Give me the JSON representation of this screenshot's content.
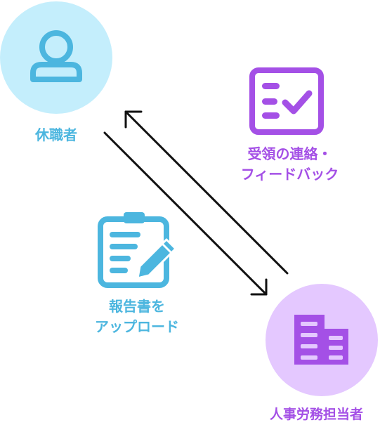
{
  "nodes": {
    "employee": {
      "label": "休職者",
      "icon": "person-icon"
    },
    "hr": {
      "label": "人事労務担当者",
      "icon": "building-icon"
    }
  },
  "flows": {
    "feedback": {
      "line1": "受領の連絡・",
      "line2": "フィードバック",
      "icon": "checklist-icon"
    },
    "upload": {
      "line1": "報告書を",
      "line2": "アップロード",
      "icon": "clipboard-pencil-icon"
    }
  },
  "colors": {
    "blue": "#4cb6df",
    "light_blue": "#c4eefc",
    "purple": "#a450e6",
    "light_purple": "#e4c8ff",
    "arrow": "#111111"
  }
}
